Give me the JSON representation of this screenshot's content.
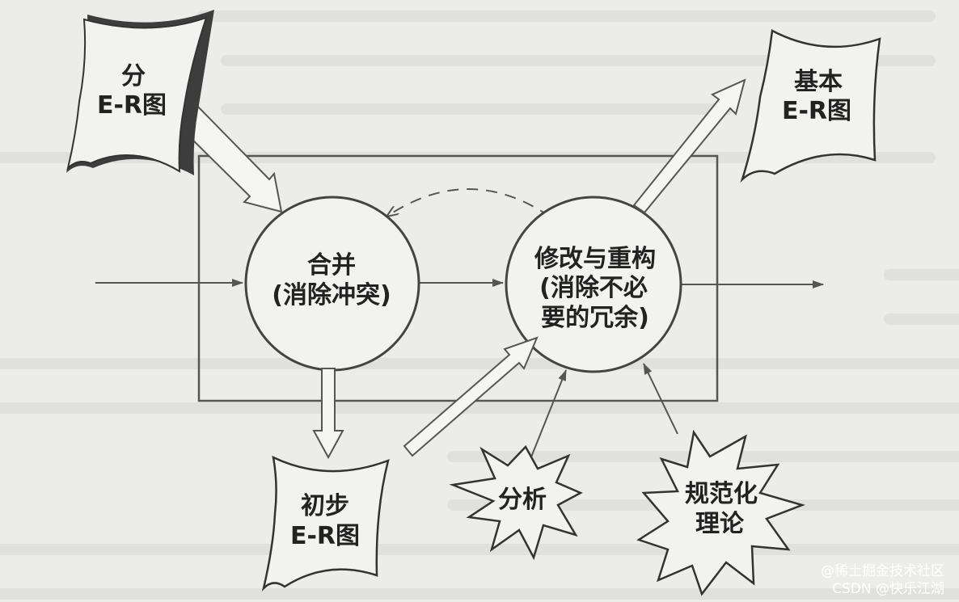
{
  "watermark": {
    "line1": "@稀土掘金技术社区",
    "line2": "CSDN @快乐江湖"
  },
  "nodes": {
    "sub_er": {
      "line1": "分",
      "line2": "E-R图"
    },
    "merge": {
      "line1": "合并",
      "line2": "(消除冲突)"
    },
    "modify": {
      "line1": "修改与重构",
      "line2": "(消除不必",
      "line3": "要的冗余)"
    },
    "basic_er": {
      "line1": "基本",
      "line2": "E-R图"
    },
    "initial_er": {
      "line1": "初步",
      "line2": "E-R图"
    },
    "analysis": {
      "line1": "分析"
    },
    "normalization": {
      "line1": "规范化",
      "line2": "理论"
    }
  },
  "colors": {
    "background": "#ececea",
    "line": "#555555",
    "text": "#222222"
  }
}
